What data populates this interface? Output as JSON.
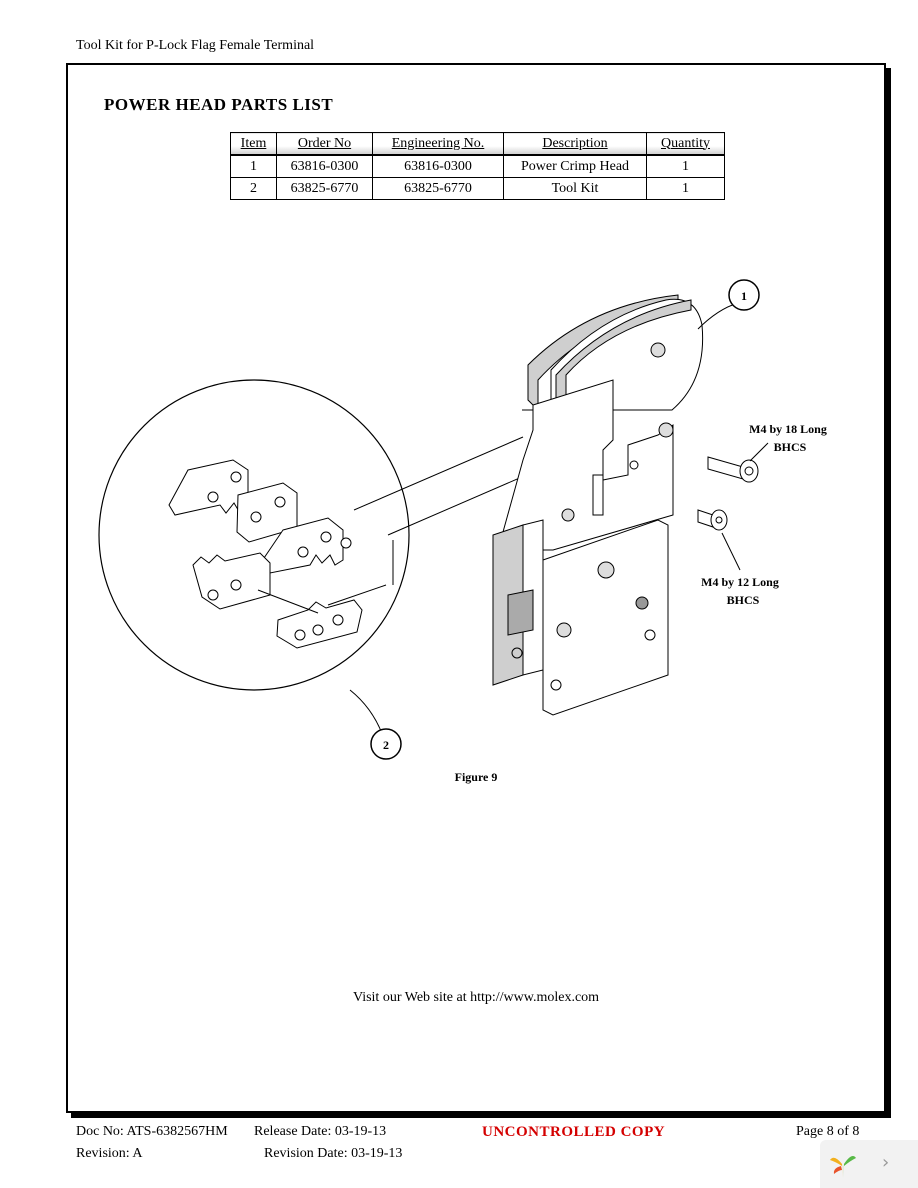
{
  "header": {
    "title": "Tool Kit for P-Lock Flag Female Terminal"
  },
  "section": {
    "title": "POWER HEAD PARTS LIST"
  },
  "parts_table": {
    "columns": [
      "Item",
      "Order No",
      "Engineering No.",
      "Description",
      "Quantity"
    ],
    "rows": [
      [
        "1",
        "63816-0300",
        "63816-0300",
        "Power Crimp Head",
        "1"
      ],
      [
        "2",
        "63825-6770",
        "63825-6770",
        "Tool Kit",
        "1"
      ]
    ]
  },
  "figure": {
    "callout_1": "1",
    "callout_2": "2",
    "screw_18_line1": "M4 by 18 Long",
    "screw_18_line2": "BHCS",
    "screw_12_line1": "M4 by 12 Long",
    "screw_12_line2": "BHCS",
    "caption": "Figure 9"
  },
  "website": "Visit our Web site at http://www.molex.com",
  "footer": {
    "doc_no": "Doc No: ATS-6382567HM",
    "release_date": "Release Date: 03-19-13",
    "uncontrolled": "UNCONTROLLED COPY",
    "page": "Page 8 of 8",
    "revision": "Revision: A",
    "revision_date": "Revision Date: 03-19-13"
  },
  "colors": {
    "uncontrolled": "#d40000"
  }
}
